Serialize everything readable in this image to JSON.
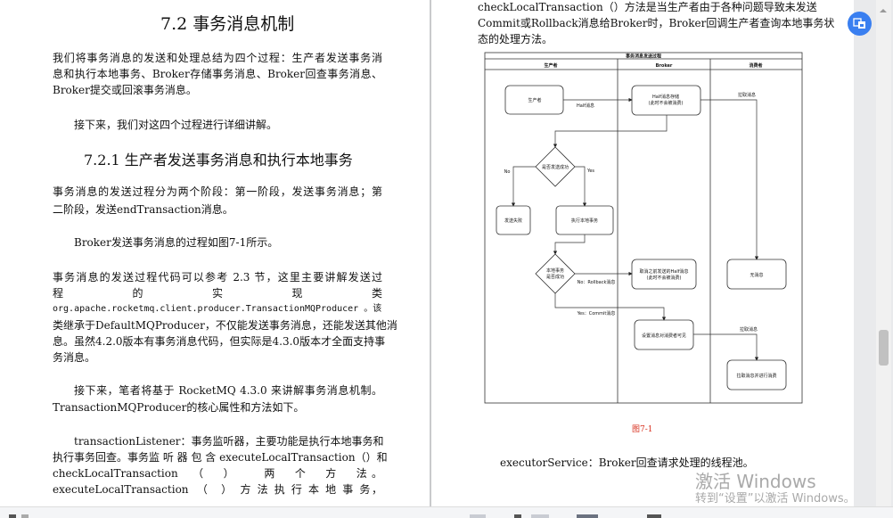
{
  "left_page": {
    "title": "7.2 事务消息机制",
    "p1": [
      "我们将事务消息的发送和处理总结为四个过程：生产者发送事务消",
      "息和执行本地事务、Broker存储事务消息、Broker回查事务消息、",
      "Broker提交或回滚事务消息。"
    ],
    "p2": "接下来，我们对这四个过程进行详细讲解。",
    "section": "7.2.1 生产者发送事务消息和执行本地事务",
    "p3": [
      "事务消息的发送过程分为两个阶段：第一阶段，发送事务消息；第",
      "二阶段，发送endTransaction消息。"
    ],
    "p4": "Broker发送事务消息的过程如图7-1所示。",
    "p5": [
      "事务消息的发送过程代码可以参考 2.3 节，这里主要讲解发送过",
      "程　　　　的　　　　实　　　　现　　　　类",
      "org.apache.rocketmq.client.producer.TransactionMQProducer 。该",
      "类继承于DefaultMQProducer，不仅能发送事务消息，还能发送其他消",
      "息。虽然4.2.0版本有事务消息代码，但实际是4.3.0版本才全面支持事",
      "务消息。"
    ],
    "p6": [
      "接下来，笔者将基于 RocketMQ 4.3.0 来讲解事务消息机制。",
      "TransactionMQProducer的核心属性和方法如下。"
    ],
    "p7": [
      "transactionListener：事务监听器，主要功能是执行本地事务和",
      "执行事务回查。事务监 听 器 包 含 executeLocalTransaction（）和",
      "checkLocalTransaction　（　）　　两　个　方　法。",
      "executeLocalTransaction　（　）　方 法 执 行 本 地 事 务，"
    ]
  },
  "right_page": {
    "p1": [
      "checkLocalTransaction（）方法是当生产者由于各种问题导致未发送",
      "Commit或Rollback消息给Broker时，Broker回调生产者查询本地事务状",
      "态的处理方法。"
    ],
    "figure": {
      "title": "事务消息发送过程",
      "lanes": [
        "生产者",
        "Broker",
        "消费者"
      ],
      "nodes": {
        "producer": "生产者",
        "half_store": [
          "Half消息存储",
          "(此时不会被消费)"
        ],
        "send_ok": "是否发送成功",
        "send_fail": "发送失败",
        "exec_local": "执行本地事务",
        "local_ok": [
          "本地事务",
          "是否成功"
        ],
        "cancel_half": [
          "取消之前发送的Half消息",
          "(此时不会被消费)"
        ],
        "no_msg": "无消息",
        "set_visible": "设置消息对消费者可见",
        "pull_consume": "拉取消息并进行消费"
      },
      "edges": {
        "half_msg": "Half消息",
        "pull1": "拉取消息",
        "no": "No",
        "yes": "Yes",
        "rollback": "No：Rollback消息",
        "commit": "Yes：Commit消息",
        "pull2": "拉取消息"
      }
    },
    "caption": "图7-1",
    "p2": "executorService：Broker回查请求处理的线程池。"
  },
  "watermark": {
    "line1": "激活 Windows",
    "line2": "转到“设置”以激活 Windows。"
  },
  "colors": {
    "accent": "#3a7ff0",
    "caption": "#d8311f"
  },
  "icons": {
    "fab": "translate-screen-icon"
  }
}
